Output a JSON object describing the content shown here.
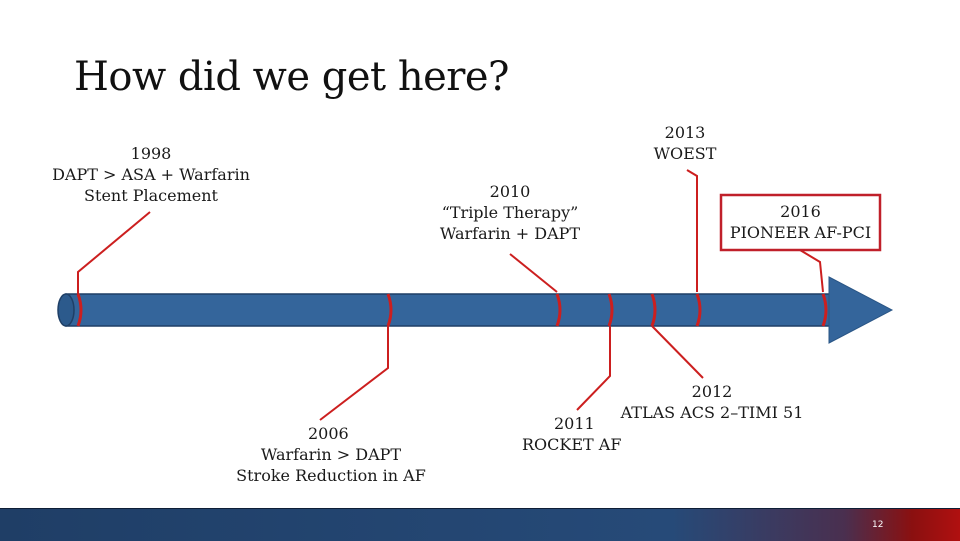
{
  "slide": {
    "title": "How did we get here?",
    "page_number": "12"
  },
  "events": [
    {
      "id": "e1998",
      "year": "1998",
      "lines": [
        "DAPT > ASA + Warfarin",
        "Stent Placement"
      ]
    },
    {
      "id": "e2006",
      "year": "2006",
      "lines": [
        "Warfarin > DAPT",
        "Stroke Reduction in AF"
      ]
    },
    {
      "id": "e2010",
      "year": "2010",
      "lines": [
        "“Triple Therapy”",
        "Warfarin + DAPT"
      ]
    },
    {
      "id": "e2011",
      "year": "2011",
      "lines": [
        "ROCKET AF"
      ]
    },
    {
      "id": "e2012",
      "year": "2012",
      "lines": [
        "ATLAS ACS 2–TIMI 51"
      ]
    },
    {
      "id": "e2013",
      "year": "2013",
      "lines": [
        "WOEST"
      ]
    },
    {
      "id": "e2016",
      "year": "2016",
      "lines": [
        "PIONEER AF-PCI"
      ],
      "highlighted": true
    }
  ],
  "colors": {
    "timeline_bar": "#34659b",
    "timeline_outline": "#1f3f66",
    "marker": "#cc1f1f",
    "highlight_box": "#c0202a",
    "footer_blue": "#1f3e66",
    "footer_red": "#b01010"
  }
}
